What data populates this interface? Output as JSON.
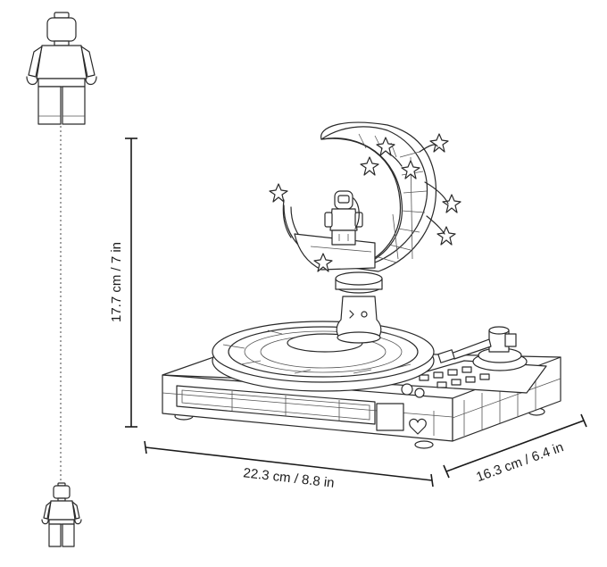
{
  "dimensions": {
    "height": "17.7 cm / 7 in",
    "width": "22.3 cm / 8.8 in",
    "depth": "16.3 cm / 6.4 in"
  },
  "colors": {
    "line": "#2a2a2a",
    "background": "#ffffff"
  }
}
